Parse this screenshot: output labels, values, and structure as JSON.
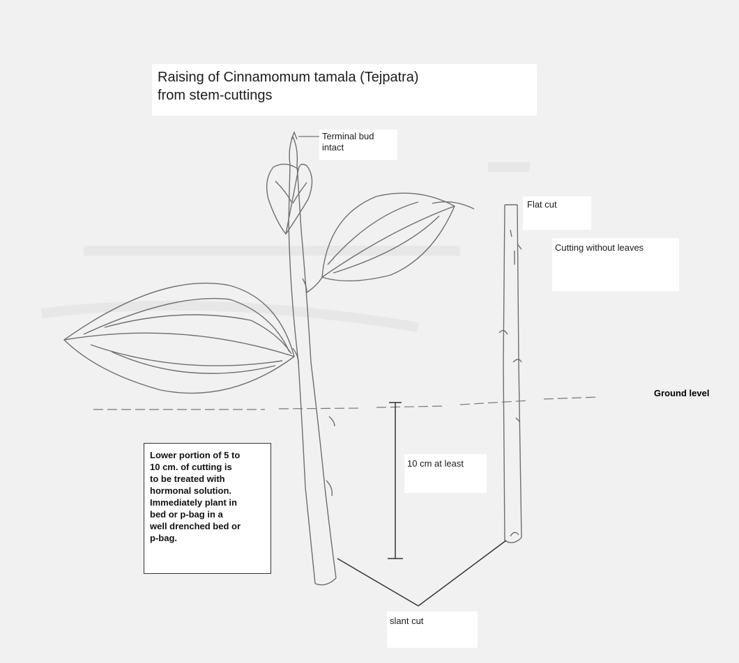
{
  "title_line1": "Raising of Cinnamomum tamala (Tejpatra)",
  "title_line2": "from stem-cuttings",
  "labels": {
    "terminal_bud_1": "Terminal bud",
    "terminal_bud_2": "intact",
    "flat_cut": "Flat cut",
    "cutting_without_leaves": "Cutting without leaves",
    "ground_level": "Ground  level",
    "depth": "10 cm at least",
    "slant_cut": "slant cut"
  },
  "note_lines": [
    "Lower portion of 5 to",
    "10 cm. of cutting is",
    "to be treated with",
    "hormonal solution.",
    "Immediately plant in",
    "bed or p-bag in a",
    "well drenched bed or",
    "p-bag."
  ],
  "colors": {
    "background": "#f1f1f1",
    "pencil": "#6e6e6e",
    "ink": "#222222"
  }
}
